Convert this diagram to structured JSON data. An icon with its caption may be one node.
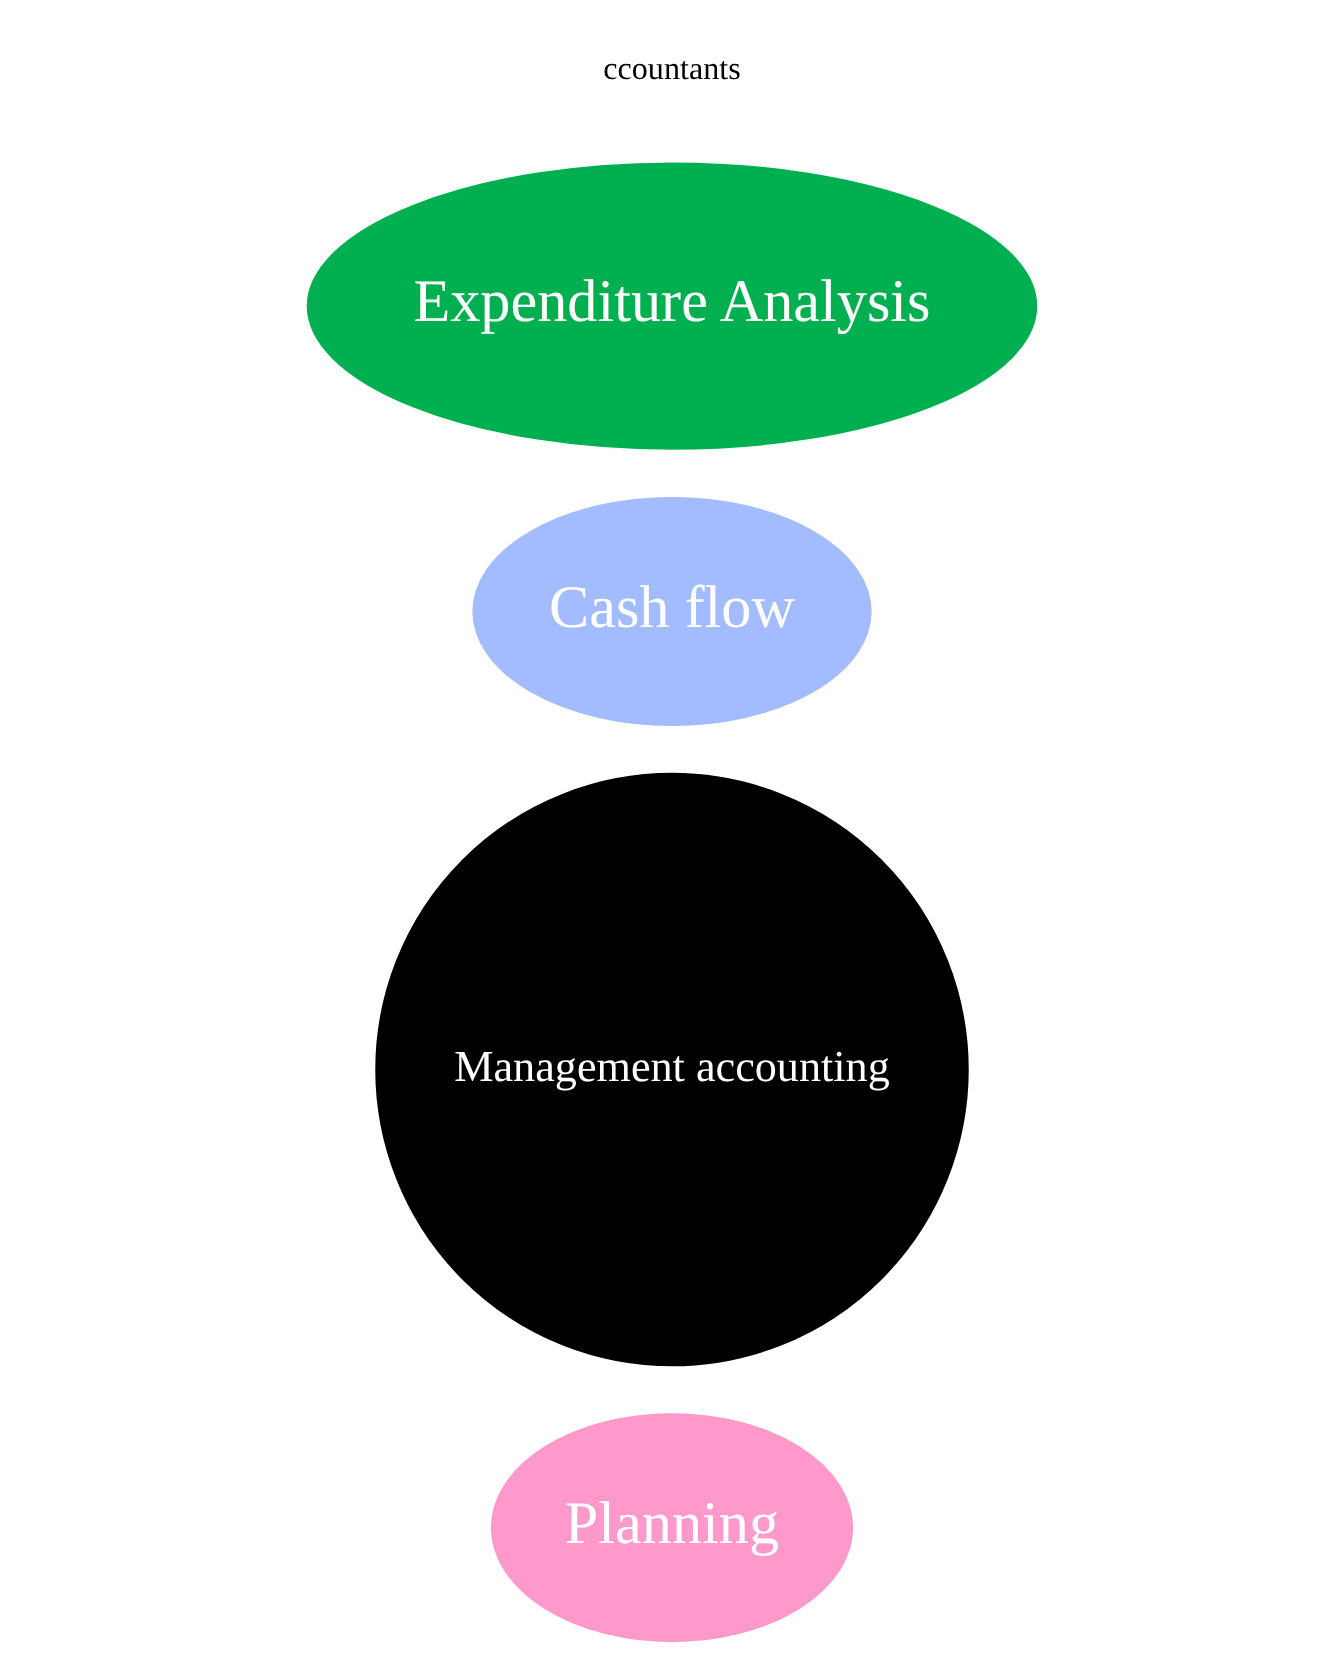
{
  "diagram": {
    "nodes": [
      {
        "text": [
          "Management accounting"
        ]
      },
      {
        "text": [
          "Planning"
        ]
      },
      {
        "text": [
          "Cash flow"
        ]
      },
      {
        "text": [
          "Expenditure Analysis"
        ]
      }
    ],
    "edges": [],
    "labels": [
      "ccountants"
    ]
  }
}
